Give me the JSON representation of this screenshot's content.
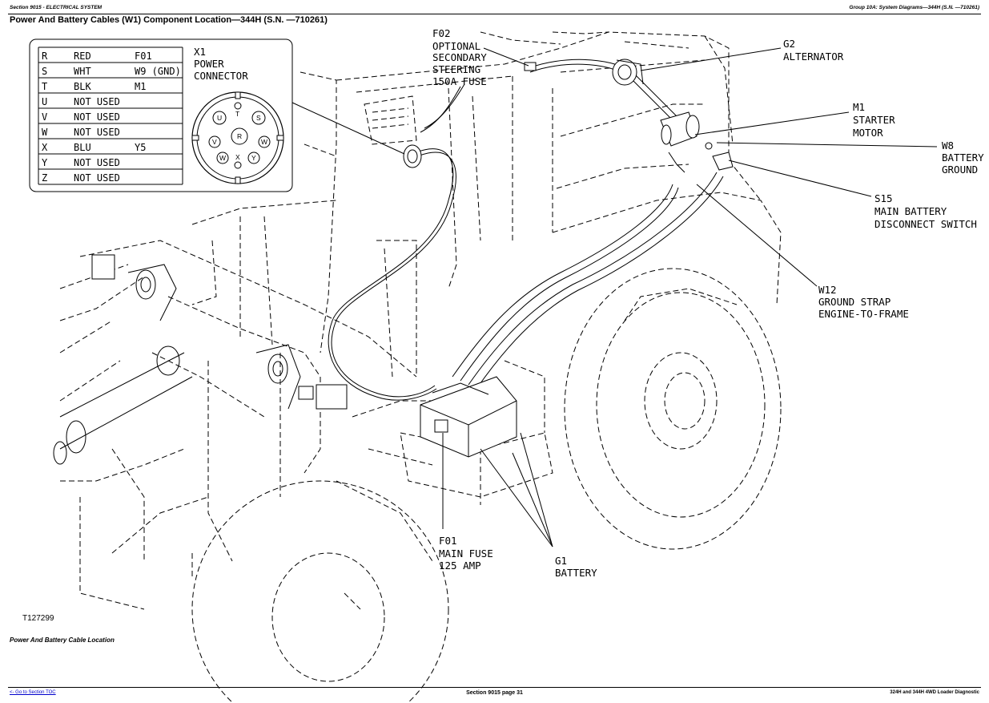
{
  "header": {
    "left": "Section 9015 - ELECTRICAL SYSTEM",
    "right": "Group 10A: System Diagrams—344H (S.N. —710261)"
  },
  "title": "Power And Battery Cables (W1) Component Location—344H (S.N. —710261)",
  "connector_table": {
    "rows": [
      {
        "pin": "R",
        "color": "RED",
        "circuit": "F01"
      },
      {
        "pin": "S",
        "color": "WHT",
        "circuit": "W9 (GND)"
      },
      {
        "pin": "T",
        "color": "BLK",
        "circuit": "M1"
      },
      {
        "pin": "U",
        "color": "NOT USED",
        "circuit": ""
      },
      {
        "pin": "V",
        "color": "NOT USED",
        "circuit": ""
      },
      {
        "pin": "W",
        "color": "NOT USED",
        "circuit": ""
      },
      {
        "pin": "X",
        "color": "BLU",
        "circuit": "Y5"
      },
      {
        "pin": "Y",
        "color": "NOT USED",
        "circuit": ""
      },
      {
        "pin": "Z",
        "color": "NOT USED",
        "circuit": ""
      }
    ],
    "connector_id": "X1",
    "connector_line1": "POWER",
    "connector_line2": "CONNECTOR",
    "pins_visible": [
      "T",
      "U",
      "S",
      "R",
      "V",
      "W",
      "X",
      "Y"
    ]
  },
  "callouts": {
    "f02": [
      "F02",
      "OPTIONAL",
      "SECONDARY",
      "STEERING",
      "150A FUSE"
    ],
    "g2": [
      "G2",
      "ALTERNATOR"
    ],
    "m1": [
      "M1",
      "STARTER",
      "MOTOR"
    ],
    "w8": [
      "W8",
      "BATTERY",
      "GROUND"
    ],
    "s15": [
      "S15",
      "MAIN BATTERY",
      "DISCONNECT SWITCH"
    ],
    "w12": [
      "W12",
      "GROUND STRAP",
      "ENGINE-TO-FRAME"
    ],
    "f01": [
      "F01",
      "MAIN FUSE",
      "125 AMP"
    ],
    "g1": [
      "G1",
      "BATTERY"
    ]
  },
  "figure_code": "T127299",
  "caption": "Power And Battery Cable Location",
  "footer": {
    "left_link": "<- Go to Section TOC",
    "center": "Section 9015 page 31",
    "right": "324H and 344H 4WD Loader Diagnostic"
  }
}
